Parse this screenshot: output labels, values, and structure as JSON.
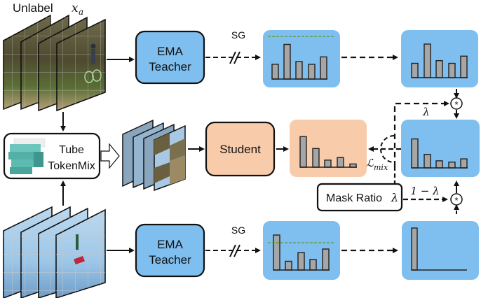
{
  "labels": {
    "top_input": "Unlabel",
    "top_input_var": "x",
    "top_input_sub": "a",
    "tokenmix_line1": "Tube",
    "tokenmix_line2": "TokenMix",
    "ema_line1": "EMA",
    "ema_line2": "Teacher",
    "student": "Student",
    "sg": "SG",
    "mask_ratio": "Mask Ratio",
    "lambda": "λ",
    "one_minus_lambda": "1 − λ",
    "loss_script": "ℒ",
    "loss_sub": "mix",
    "mix_op": "*"
  },
  "colors": {
    "teacher_blue": "#7fbfef",
    "student_peach": "#f8ccab",
    "bar_gray": "#a6a6a6",
    "threshold_green": "#5a9a3a",
    "tokenmix_teal": "#5cb8b0"
  },
  "histograms": {
    "top_teacher": {
      "values": [
        0.32,
        0.75,
        0.38,
        0.32,
        0.48
      ],
      "threshold": 0.92
    },
    "top_teacher_copy": {
      "values": [
        0.32,
        0.75,
        0.38,
        0.32,
        0.48
      ]
    },
    "student_pred": {
      "values": [
        0.95,
        0.58,
        0.22,
        0.3,
        0.1
      ]
    },
    "mixed_target": {
      "values": [
        0.9,
        0.42,
        0.22,
        0.18,
        0.28
      ]
    },
    "bottom_teacher": {
      "values": [
        1.0,
        0.25,
        0.5,
        0.3,
        0.6
      ],
      "threshold": 0.78
    },
    "bottom_onehot": {
      "values": [
        1.0,
        0,
        0,
        0,
        0
      ]
    }
  }
}
